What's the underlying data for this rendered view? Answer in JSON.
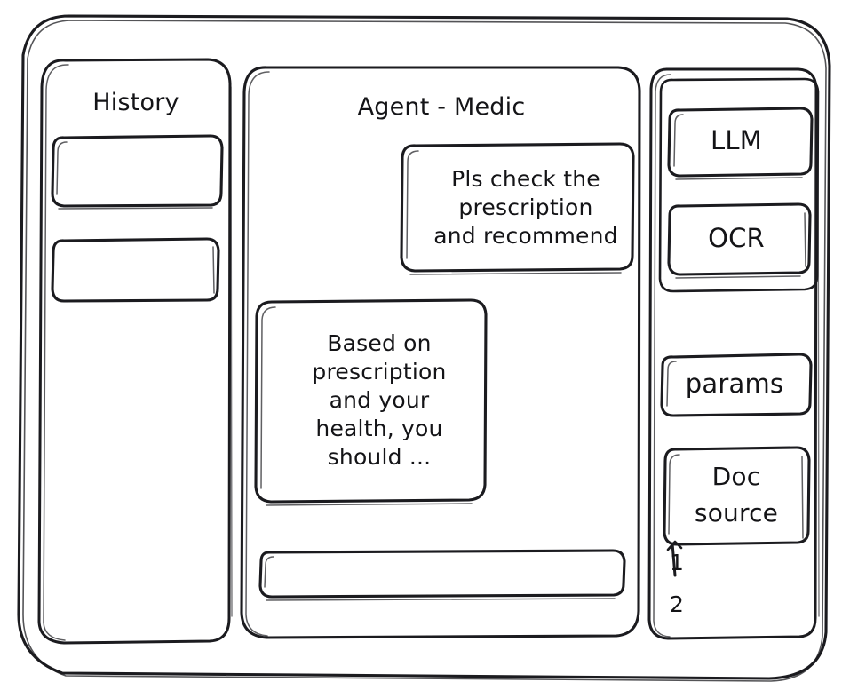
{
  "window": {
    "style": "hand-drawn wireframe",
    "stroke_color": "#1b1b1f",
    "background_color": "#ffffff"
  },
  "sidebar_left": {
    "title": "History",
    "items": [
      {
        "label": ""
      },
      {
        "label": ""
      }
    ]
  },
  "main": {
    "title": "Agent - Medic",
    "messages": [
      {
        "role": "user",
        "text": "Pls check the\nprescription\nand recommend"
      },
      {
        "role": "agent",
        "text": "Based on\nprescription\nand your\nhealth, you\nshould ..."
      }
    ],
    "composer": {
      "value": "",
      "placeholder": ""
    }
  },
  "sidebar_right": {
    "tools": [
      {
        "label": "LLM"
      },
      {
        "label": "OCR"
      }
    ],
    "params": {
      "label": "params"
    },
    "doc_source": {
      "label": "Doc\nsource",
      "items": [
        {
          "label": "1"
        },
        {
          "label": "2"
        }
      ]
    }
  }
}
